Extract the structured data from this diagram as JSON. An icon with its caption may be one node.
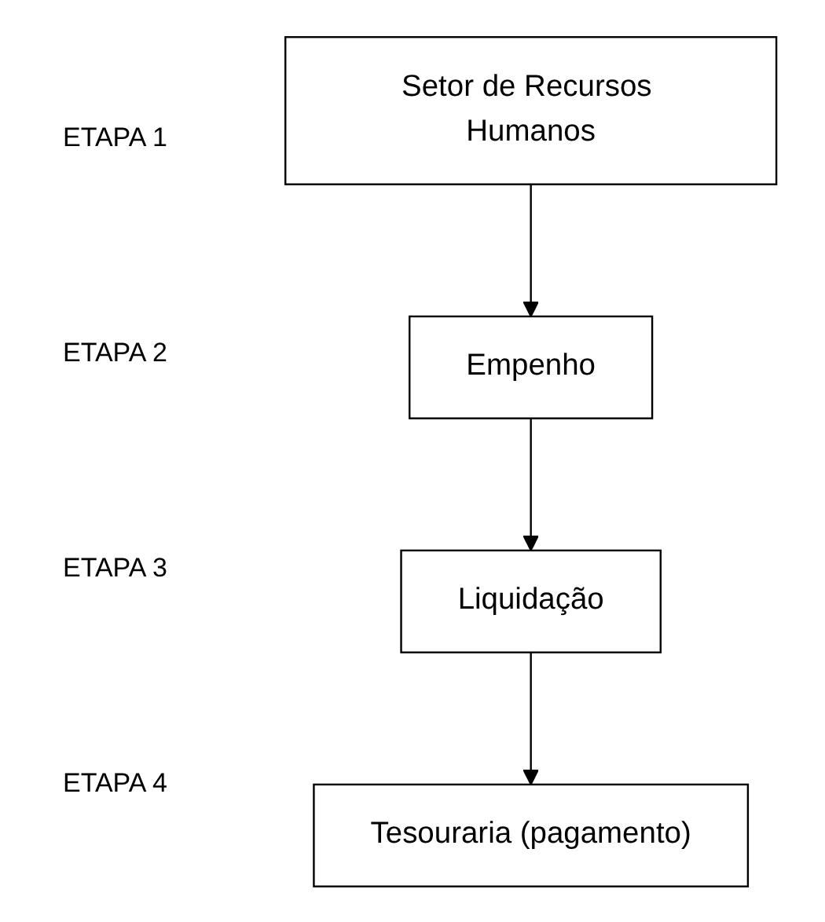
{
  "diagram": {
    "nodes": [
      {
        "text": [
          "Setor de Recursos Humanos"
        ]
      },
      {
        "text": [
          "Empenho"
        ]
      },
      {
        "text": [
          "Liquidação"
        ]
      },
      {
        "text": [
          "Tesouraria (pagamento)"
        ]
      }
    ],
    "edges": [
      {
        "from": 0,
        "to": 1,
        "arrow": "to"
      },
      {
        "from": 1,
        "to": 2,
        "arrow": "to"
      },
      {
        "from": 2,
        "to": 3,
        "arrow": "to"
      }
    ],
    "labels": [
      "ETAPA 1",
      "ETAPA 2",
      "ETAPA 3",
      "ETAPA 4"
    ]
  }
}
